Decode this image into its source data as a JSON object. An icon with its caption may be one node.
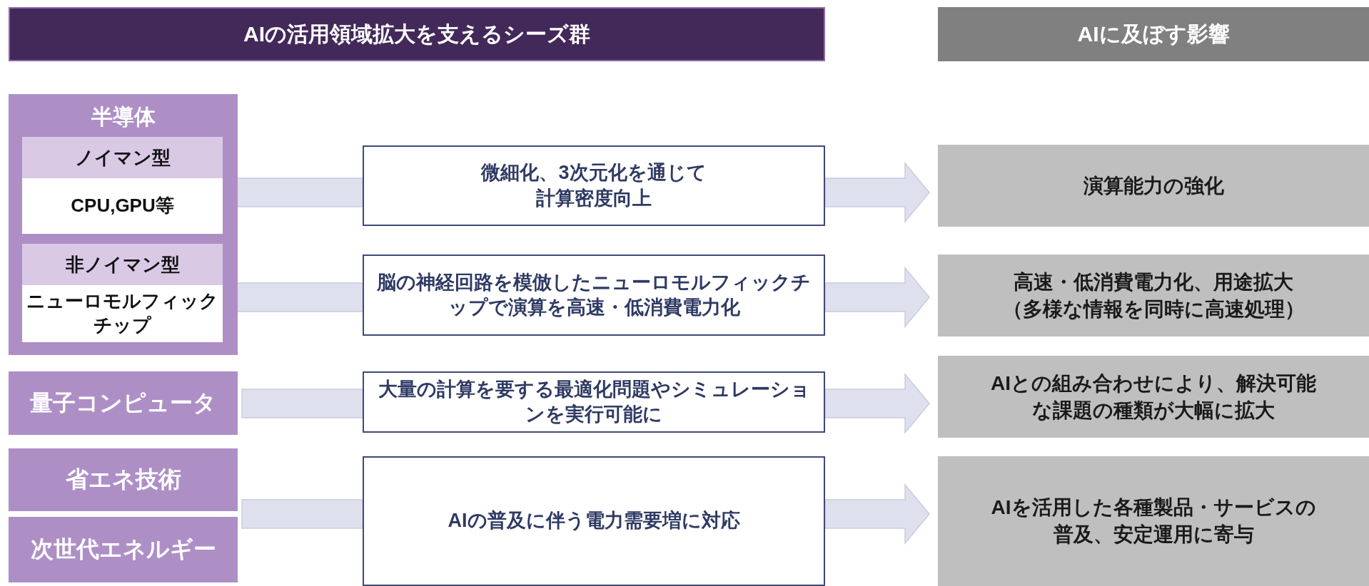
{
  "diagram": {
    "nodes": [
      {
        "text": [
          "AIの活用領域拡大を支えるシーズ群"
        ]
      },
      {
        "text": [
          "AIに及ぼす影響"
        ]
      },
      {
        "text": [
          "半導体"
        ]
      },
      {
        "text": [
          "ノイマン型",
          "CPU,GPU等"
        ],
        "in": 2
      },
      {
        "text": [
          "非ノイマン型",
          "ニューロモルフィックチップ"
        ],
        "in": 2
      },
      {
        "text": [
          "量子コンピュータ"
        ]
      },
      {
        "text": [
          "省エネ技術"
        ]
      },
      {
        "text": [
          "次世代エネルギー"
        ]
      },
      {
        "text": [
          "微細化、3次元化を通じて計算密度向上"
        ]
      },
      {
        "text": [
          "脳の神経回路を模倣したニューロモルフィックチップで演算を高速・低消費電力化"
        ]
      },
      {
        "text": [
          "大量の計算を要する最適化問題やシミュレーションを実行可能に"
        ]
      },
      {
        "text": [
          "AIの普及に伴う電力需要増に対応"
        ]
      },
      {
        "text": [
          "演算能力の強化"
        ]
      },
      {
        "text": [
          "高速・低消費電力化、用途拡大（多様な情報を同時に高速処理）"
        ]
      },
      {
        "text": [
          "AIとの組み合わせにより、解決可能な課題の種類が大幅に拡大"
        ]
      },
      {
        "text": [
          "AIを活用した各種製品・サービスの普及、安定運用に寄与"
        ]
      }
    ],
    "edges": [
      {
        "from": 3,
        "to": 8,
        "arrow": "none"
      },
      {
        "from": 4,
        "to": 9,
        "arrow": "none"
      },
      {
        "from": 5,
        "to": 10,
        "arrow": "none"
      },
      {
        "from": 6,
        "to": 11,
        "arrow": "none"
      },
      {
        "from": 7,
        "to": 11,
        "arrow": "none"
      },
      {
        "from": 8,
        "to": 12,
        "arrow": "to"
      },
      {
        "from": 9,
        "to": 13,
        "arrow": "to"
      },
      {
        "from": 10,
        "to": 14,
        "arrow": "to"
      },
      {
        "from": 11,
        "to": 15,
        "arrow": "to"
      }
    ]
  }
}
